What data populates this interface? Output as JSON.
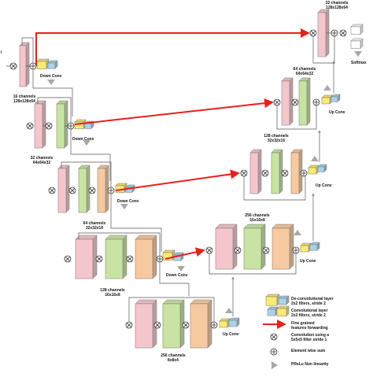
{
  "labels": {
    "ch_top": "32 channels\n128x128x64",
    "ch_16": "16 channels\n128x128x64",
    "ch_32": "32 channels\n64x64x32",
    "ch_64_left": "64 channels\n32x32x16",
    "ch_128_left": "128 channels\n16x16x8",
    "ch_256_bottom": "256 channels\n8x8x4",
    "ch_64_right": "64 channels\n64x64x32",
    "ch_128_right": "128 channels\n32x32x16",
    "ch_256_right": "256 channels\n16x16x8",
    "down_conv": "Down Conv",
    "up_conv": "Up Conv",
    "softmax": "Softmax",
    "input_mark": "I"
  },
  "legend": {
    "deconv": "De-convolutional layer\n2x2 filters, stride 2",
    "conv": "Convolutional layer\n2x2 filters, stride 2",
    "fine_grained": "Fine grained\nfeatures forwarding",
    "convolution5": "Convolution using a\n5x5x5 filter stride 1",
    "sum": "Element wise sum",
    "prelu": "PReLu Non linearity"
  },
  "colors": {
    "pink": "#f4c6cb",
    "green": "#c9e3a4",
    "orange": "#f7c9a1",
    "yellow": "#fbe978",
    "blue": "#a9d3ec",
    "red": "#e8201b",
    "gray": "#a8a8a8"
  }
}
